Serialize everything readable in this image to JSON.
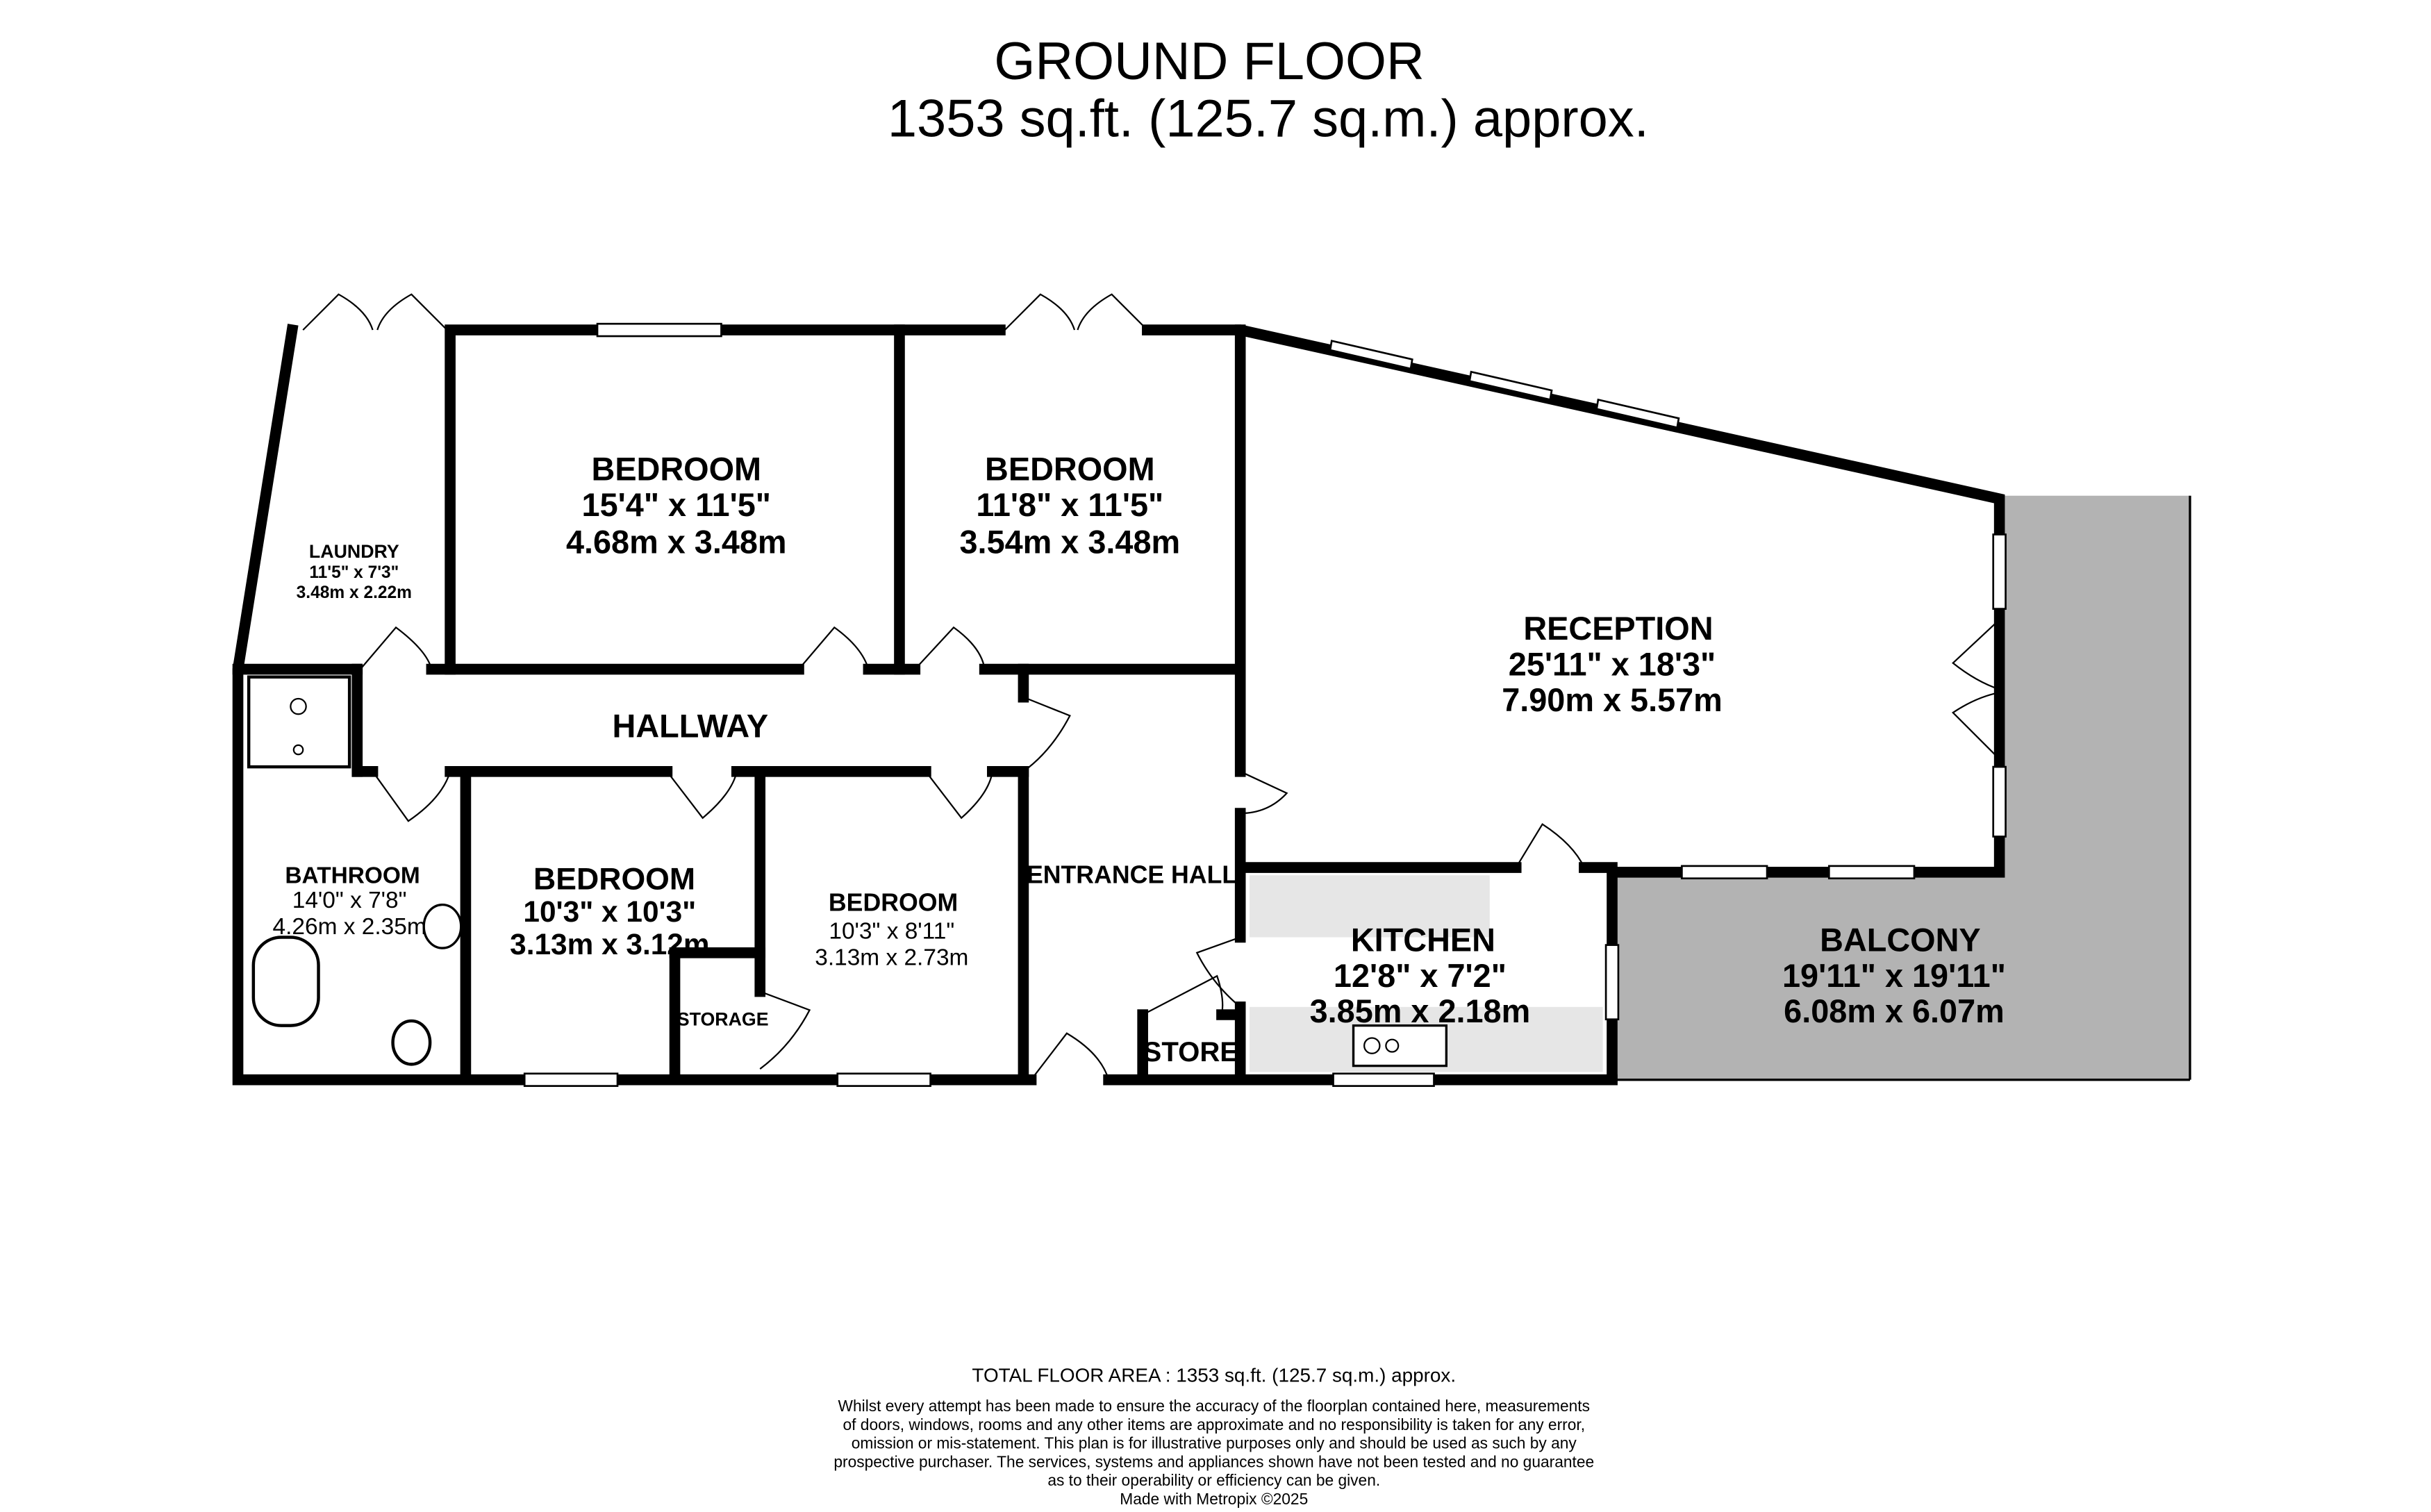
{
  "header": {
    "title": "GROUND FLOOR",
    "area": "1353 sq.ft. (125.7 sq.m.) approx."
  },
  "rooms": {
    "bedroom1": {
      "name": "BEDROOM",
      "imperial": "15'4\"  x 11'5\"",
      "metric": "4.68m  x 3.48m"
    },
    "bedroom2": {
      "name": "BEDROOM",
      "imperial": "11'8\"  x 11'5\"",
      "metric": "3.54m  x 3.48m"
    },
    "laundry": {
      "name": "LAUNDRY",
      "imperial": "11'5\"  x 7'3\"",
      "metric": "3.48m  x 2.22m"
    },
    "reception": {
      "name": "RECEPTION",
      "imperial": "25'11\"  x 18'3\"",
      "metric": "7.90m  x 5.57m"
    },
    "hallway": {
      "name": "HALLWAY"
    },
    "bathroom": {
      "name": "BATHROOM",
      "imperial": "14'0\"  x 7'8\"",
      "metric": "4.26m  x 2.35m"
    },
    "bedroom3": {
      "name": "BEDROOM",
      "imperial": "10'3\"  x 10'3\"",
      "metric": "3.13m  x 3.12m"
    },
    "bedroom4": {
      "name": "BEDROOM",
      "imperial": "10'3\"  x 8'11\"",
      "metric": "3.13m  x 2.73m"
    },
    "storage": {
      "name": "STORAGE"
    },
    "entrance": {
      "name": "ENTRANCE HALL"
    },
    "kitchen": {
      "name": "KITCHEN",
      "imperial": "12'8\"  x 7'2\"",
      "metric": "3.85m  x 2.18m"
    },
    "store": {
      "name": "STORE"
    },
    "balcony": {
      "name": "BALCONY",
      "imperial": "19'11\"  x 19'11\"",
      "metric": "6.08m  x 6.07m"
    }
  },
  "colors": {
    "wall": "#000000",
    "balcony": "#b3b3b3",
    "kitchen_units": "#e6e6e6"
  },
  "footer": {
    "total": "TOTAL FLOOR AREA : 1353 sq.ft. (125.7 sq.m.) approx.",
    "disclaimer": [
      "Whilst every attempt has been made to ensure the accuracy of the floorplan contained here, measurements",
      "of doors, windows, rooms and any other items are approximate and no responsibility is taken for any error,",
      "omission or mis-statement. This plan is for illustrative purposes only and should be used as such by any",
      "prospective purchaser. The services, systems and appliances shown have not been tested and no guarantee",
      "as to their operability or efficiency can be given."
    ],
    "credit": "Made with Metropix ©2025"
  }
}
